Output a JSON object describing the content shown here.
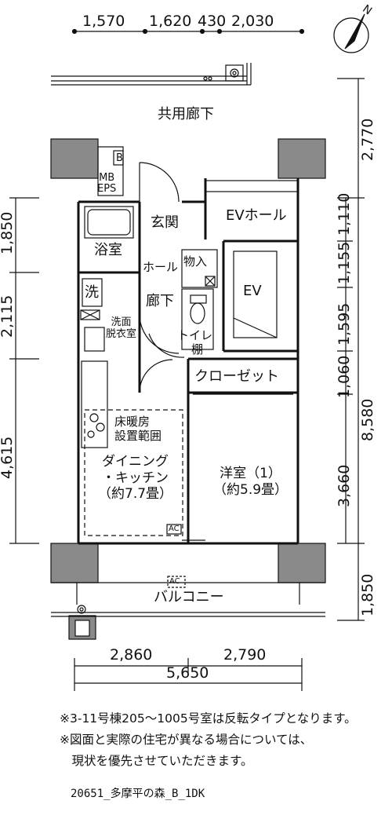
{
  "dimensions": {
    "top": [
      "1,570",
      "1,620",
      "430",
      "2,030"
    ],
    "left": [
      "1,850",
      "2,115",
      "4,615"
    ],
    "right_outer": [
      "2,770",
      "8,580",
      "1,850"
    ],
    "right_inner": [
      "1,110",
      "1,155",
      "1,595",
      "1,060",
      "3,660"
    ],
    "bottom": [
      "2,860",
      "2,790"
    ],
    "bottom_total": "5,650"
  },
  "labels": {
    "corridor": "共用廊下",
    "mb_eps": "MB\nEPS",
    "b": "B",
    "entrance": "玄関",
    "ev_hall": "EVホール",
    "bath": "浴室",
    "hall": "ホール",
    "storage": "物入",
    "ev": "EV",
    "washer": "洗",
    "hallway": "廊下",
    "washroom": "洗面\n脱衣室",
    "toilet": "トイレ",
    "shelf": "棚",
    "closet": "クローゼット",
    "floor_heating": "床暖房\n設置範囲",
    "dining_kitchen": "ダイニング\n・キッチン\n（約7.7畳）",
    "western_room": "洋室（1）\n（約5.9畳）",
    "ac_inside": "AC",
    "ac_balcony": "AC",
    "balcony": "バルコニー",
    "compass_n": "N"
  },
  "notes": [
    "※3-11号棟205〜1005号室は反転タイプとなります。",
    "※図面と実際の住宅が異なる場合については、",
    "　現状を優先させていただきます。"
  ],
  "plan_code": "20651_多摩平の森_B_1DK"
}
